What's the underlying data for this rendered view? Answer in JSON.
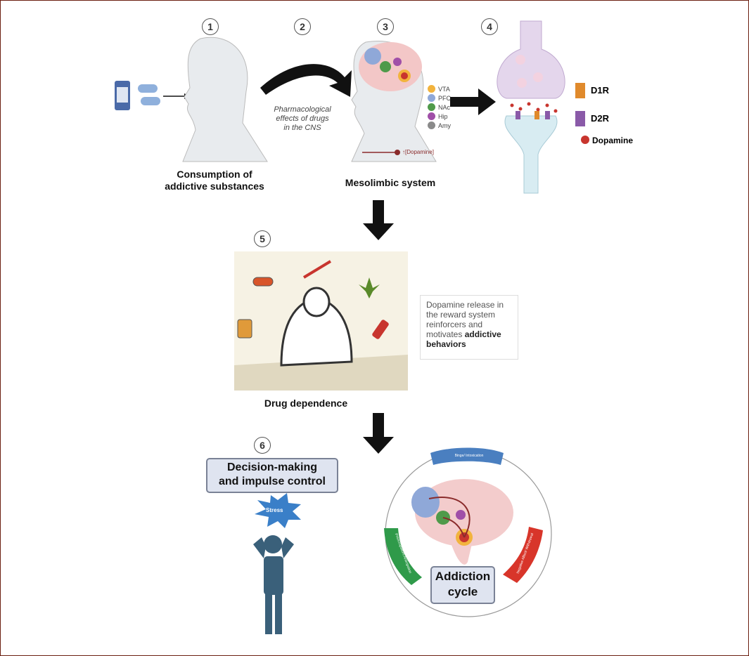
{
  "steps": [
    "1",
    "2",
    "3",
    "4",
    "5",
    "6"
  ],
  "panel1": {
    "caption_line1": "Consumption of",
    "caption_line2": "addictive substances"
  },
  "panel2": {
    "line1": "Pharmacological",
    "line2": "effects of drugs",
    "line3": "in the CNS"
  },
  "panel3": {
    "caption": "Mesolimbic system",
    "legend": [
      {
        "label": "VTA",
        "color": "#f2b33d"
      },
      {
        "label": "PFC",
        "color": "#8fa8d8"
      },
      {
        "label": "NAc",
        "color": "#4f9a4a"
      },
      {
        "label": "Hip",
        "color": "#a04fa8"
      },
      {
        "label": "Amy",
        "color": "#8a8a8a"
      }
    ],
    "dopamine_tag": "↑[Dopamine]"
  },
  "panel4": {
    "legend": [
      {
        "label": "D1R",
        "color": "#e08a2c"
      },
      {
        "label": "D2R",
        "color": "#8a5aa8"
      },
      {
        "label": "Dopamine",
        "color": "#c8352e"
      }
    ]
  },
  "panel5": {
    "caption": "Drug dependence",
    "note_text": "Dopamine release in the reward system reinforcers and motivates ",
    "note_bold": "addictive behaviors"
  },
  "panel6": {
    "decision_line1": "Decision-making",
    "decision_line2": "and impulse control",
    "stress": "Stress",
    "cycle_line1": "Addiction",
    "cycle_line2": "cycle",
    "stages": [
      {
        "label": "Binge/ Intoxication",
        "color": "#4a7fc0"
      },
      {
        "label": "Negative Affect/ Withdrawal",
        "color": "#d8352a"
      },
      {
        "label": "Preoccupation/ Anticipation",
        "color": "#2f9a4a"
      }
    ]
  },
  "colors": {
    "border": "#6b1f10",
    "arrow": "#111111",
    "box_fill": "#dfe4f0"
  }
}
